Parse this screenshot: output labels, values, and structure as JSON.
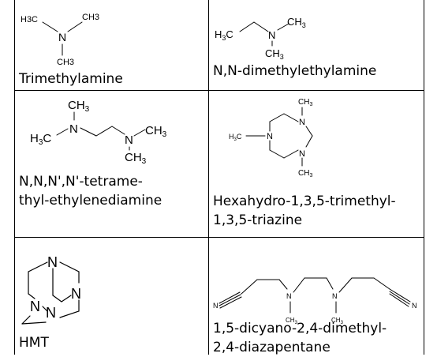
{
  "cells": [
    {
      "label": "Trimethylamine"
    },
    {
      "label": "N,N-dimethylethylamine"
    },
    {
      "label_lines": [
        "N,N,N',N'-tetrame-",
        "thyl-ethylenediamine"
      ]
    },
    {
      "label_lines": [
        "Hexahydro-1,3,5-trimethyl-",
        "1,3,5-triazine"
      ]
    },
    {
      "label": "HMT"
    },
    {
      "label_lines": [
        "1,5-dicyano-2,4-dimethyl-",
        "2,4-diazapentane"
      ]
    }
  ],
  "atoms": {
    "h3c": "H3C",
    "ch3": "CH3",
    "n": "N",
    "c": "C",
    "h": "H",
    "sub3": "3"
  }
}
